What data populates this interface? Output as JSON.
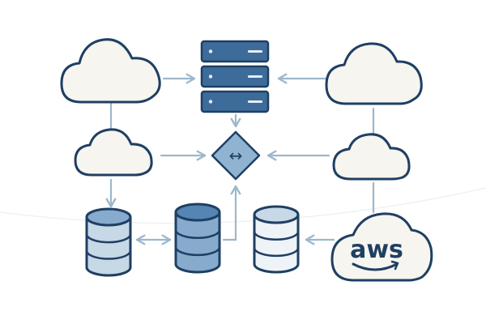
{
  "diagram": {
    "nodes": [
      {
        "id": "cloud-top-left",
        "kind": "cloud"
      },
      {
        "id": "cloud-mid-left",
        "kind": "cloud"
      },
      {
        "id": "server-rack",
        "kind": "server"
      },
      {
        "id": "hub",
        "kind": "diamond"
      },
      {
        "id": "cloud-top-right",
        "kind": "cloud"
      },
      {
        "id": "cloud-mid-right",
        "kind": "cloud"
      },
      {
        "id": "db-left",
        "kind": "database"
      },
      {
        "id": "db-center",
        "kind": "database"
      },
      {
        "id": "db-right",
        "kind": "database"
      },
      {
        "id": "aws-cloud",
        "kind": "cloud",
        "label": "aws"
      }
    ],
    "edges": [
      {
        "from": "cloud-top-left",
        "to": "server-rack",
        "arrow": true
      },
      {
        "from": "cloud-top-right",
        "to": "server-rack",
        "arrow": true
      },
      {
        "from": "server-rack",
        "to": "hub",
        "arrow": true
      },
      {
        "from": "cloud-mid-left",
        "to": "hub",
        "arrow": true
      },
      {
        "from": "cloud-mid-right",
        "to": "hub",
        "arrow": true
      },
      {
        "from": "cloud-top-left",
        "to": "cloud-mid-left",
        "arrow": false
      },
      {
        "from": "cloud-mid-left",
        "to": "db-left",
        "arrow": true
      },
      {
        "from": "cloud-top-right",
        "to": "cloud-mid-right",
        "arrow": false
      },
      {
        "from": "db-center",
        "to": "db-left",
        "arrow": true,
        "bidirectional": true
      },
      {
        "from": "db-center",
        "to": "hub",
        "arrow": true
      },
      {
        "from": "aws-cloud",
        "to": "db-right",
        "arrow": true
      },
      {
        "from": "cloud-mid-right",
        "to": "aws-cloud",
        "arrow": false
      }
    ],
    "hub_symbol": "↔",
    "colors": {
      "stroke": "#1f3f63",
      "cloud_fill": "#f6f5ef",
      "connector": "#9db7cc",
      "server_fill": "#3d6c9b",
      "diamond_fill": "#8fb3d1",
      "db_dark": "#5585b2",
      "db_mid": "#86abcc",
      "db_light": "#c7d8e6"
    }
  }
}
